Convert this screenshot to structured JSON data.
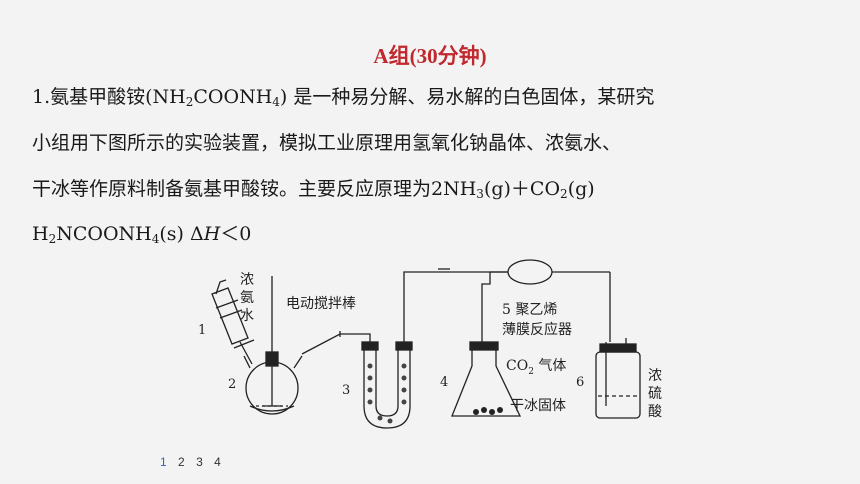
{
  "section_title": "A组(30分钟)",
  "question": {
    "p1_a": "1.氨基甲酸铵(NH",
    "p1_sub1": "2",
    "p1_b": "COONH",
    "p1_sub2": "4",
    "p1_c": ") 是一种易分解、易水解的白色固体，某研究",
    "p2": "小组用下图所示的实验装置，模拟工业原理用氢氧化钠晶体、浓氨水、",
    "p3_a": "干冰等作原料制备氨基甲酸铵。主要反应原理为2NH",
    "p3_sub1": "3",
    "p3_b": "(g)＋CO",
    "p3_sub2": "2",
    "p3_c": "(g)",
    "p4_a": "H",
    "p4_sub1": "2",
    "p4_b": "NCOONH",
    "p4_sub2": "4",
    "p4_c": "(s)    Δ",
    "p4_H": "H",
    "p4_d": "＜0"
  },
  "diagram": {
    "label_1": "1",
    "label_2": "2",
    "label_3": "3",
    "label_4": "4",
    "label_6": "6",
    "reagent_ammonia": [
      "浓",
      "氨",
      "水"
    ],
    "stirrer": "电动搅拌棒",
    "reactor_line1": "5 聚乙烯",
    "reactor_line2": "薄膜反应器",
    "co2_a": "CO",
    "co2_sub": "2",
    "co2_b": " 气体",
    "dry_ice": "干冰固体",
    "acid": [
      "浓",
      "硫",
      "酸"
    ]
  },
  "pager": [
    "1",
    "2",
    "3",
    "4"
  ],
  "colors": {
    "title": "#c0282d",
    "pager_active": "#2f63c9",
    "background": "#f3f3f4"
  }
}
